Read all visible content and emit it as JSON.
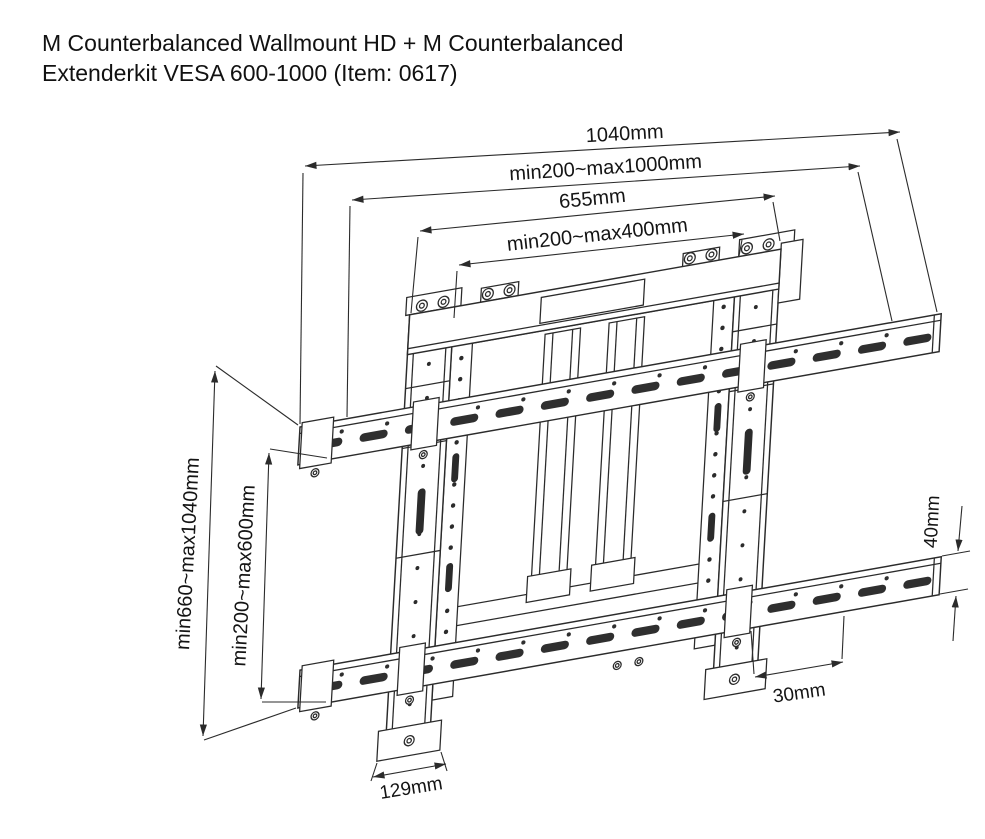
{
  "title": {
    "line1": "M Counterbalanced Wallmount HD + M Counterbalanced",
    "line2": "Extenderkit VESA 600-1000 (Item: 0617)"
  },
  "dimensions": {
    "rail_length": "1040mm",
    "wall_hole_range": "min200~max1000mm",
    "bracket_width": "655mm",
    "vesa_width_range": "min200~max400mm",
    "outer_height_range": "min660~max1040mm",
    "vesa_height_range": "min200~max600mm",
    "rail_height": "40mm",
    "rail_depth": "30mm",
    "mount_depth": "129mm"
  },
  "colors": {
    "line": "#2b2b2b",
    "text": "#141414",
    "background": "#ffffff"
  }
}
